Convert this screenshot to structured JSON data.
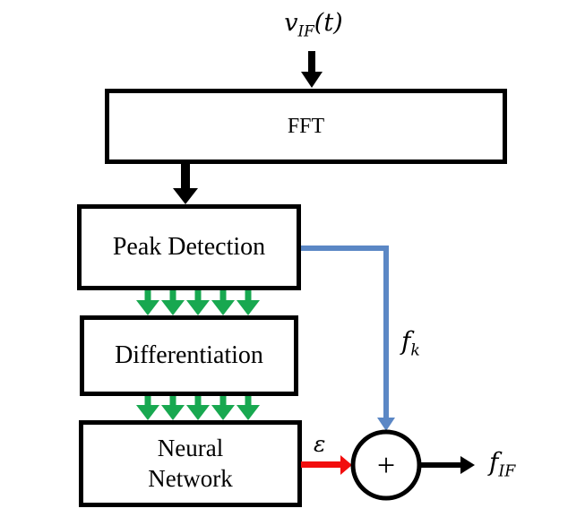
{
  "diagram": {
    "input_signal": {
      "base": "v",
      "sub": "IF",
      "suffix": "(t)"
    },
    "blocks": [
      {
        "id": "fft",
        "label": "FFT"
      },
      {
        "id": "peak-detection",
        "label": "Peak Detection"
      },
      {
        "id": "differentiation",
        "label": "Differentiation"
      },
      {
        "id": "neural-network",
        "label": "Neural Network"
      }
    ],
    "signal_fk": {
      "base": "f",
      "sub": "k"
    },
    "signal_epsilon": "ε",
    "signal_fif": {
      "base": "f",
      "sub": "IF"
    },
    "summing_junction_symbol": "+",
    "colors": {
      "box_border": "#000000",
      "arrow_black": "#000000",
      "arrow_green": "#18A850",
      "arrow_blue": "#5B87C5",
      "arrow_red": "#F20D0D",
      "background": "#FFFFFF"
    }
  }
}
